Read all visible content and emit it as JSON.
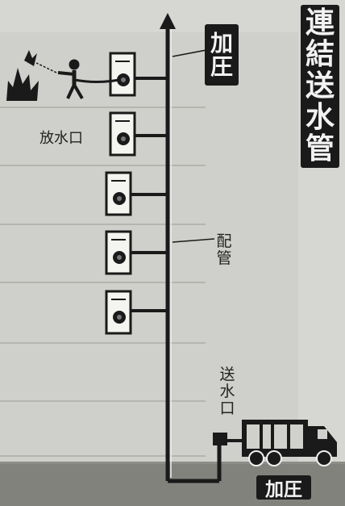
{
  "title": "連結送水管",
  "labels": {
    "pressure_top": "加圧",
    "pressure_bottom": "加圧",
    "discharge_outlet": "放水口",
    "pipe": "配管",
    "water_inlet": "送水口"
  },
  "colors": {
    "background": "#d6d6d2",
    "ink": "#1a1a1a",
    "floor_line": "#b5b5b0"
  }
}
